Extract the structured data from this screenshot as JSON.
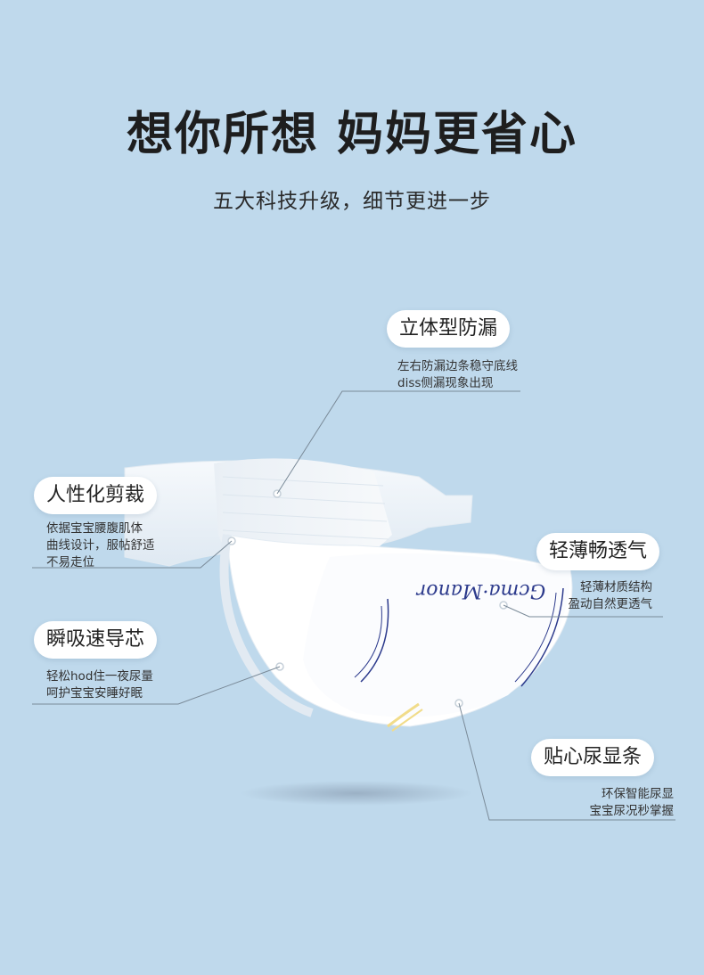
{
  "header": {
    "title": "想你所想 妈妈更省心",
    "subtitle": "五大科技升级，细节更进一步"
  },
  "features": [
    {
      "label": "立体型防漏",
      "lines": [
        "左右防漏边条稳守底线",
        "diss侧漏现象出现"
      ]
    },
    {
      "label": "人性化剪裁",
      "lines": [
        "依据宝宝腰腹肌体",
        "曲线设计，服帖舒适",
        "不易走位"
      ]
    },
    {
      "label": "轻薄畅透气",
      "lines": [
        "轻薄材质结构",
        "盈动自然更透气"
      ]
    },
    {
      "label": "瞬吸速导芯",
      "lines": [
        "轻松hod住一夜尿量",
        "呵护宝宝安睡好眠"
      ]
    },
    {
      "label": "贴心尿显条",
      "lines": [
        "环保智能尿显",
        "宝宝尿况秒掌握"
      ]
    }
  ],
  "product": {
    "brand_mark": "Gcma·Manor"
  },
  "colors": {
    "background": "#bfd9ec",
    "pill": "#ffffff",
    "leader_line": "#7a8a98",
    "wetness_stripe": "#2c3a8c"
  }
}
